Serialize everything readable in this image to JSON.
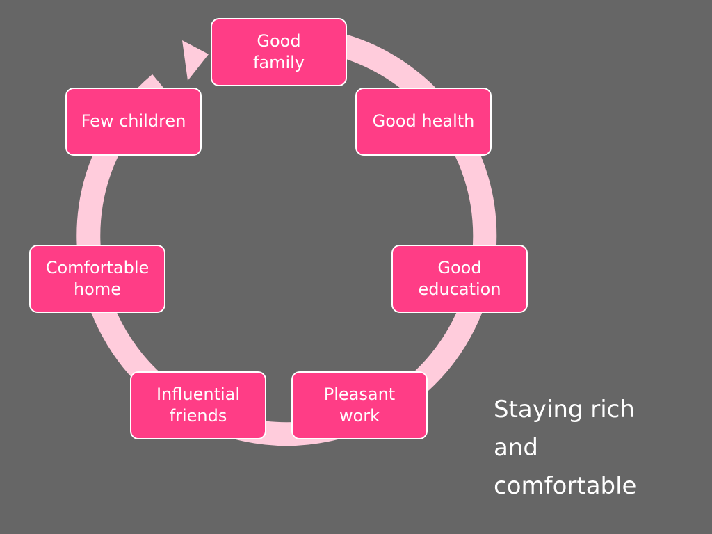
{
  "colors": {
    "background": "#666666",
    "node_fill": "#ff3d86",
    "node_border": "#ffffff",
    "ring": "#ffccdc",
    "text": "#ffffff"
  },
  "cycle": {
    "nodes": [
      {
        "label": "Good\nfamily"
      },
      {
        "label": "Good health"
      },
      {
        "label": "Good\neducation"
      },
      {
        "label": "Pleasant\nwork"
      },
      {
        "label": "Influential\nfriends"
      },
      {
        "label": "Comfortable\nhome"
      },
      {
        "label": "Few children"
      }
    ]
  },
  "caption": {
    "lines": [
      "Staying rich",
      "and",
      "comfortable"
    ]
  }
}
